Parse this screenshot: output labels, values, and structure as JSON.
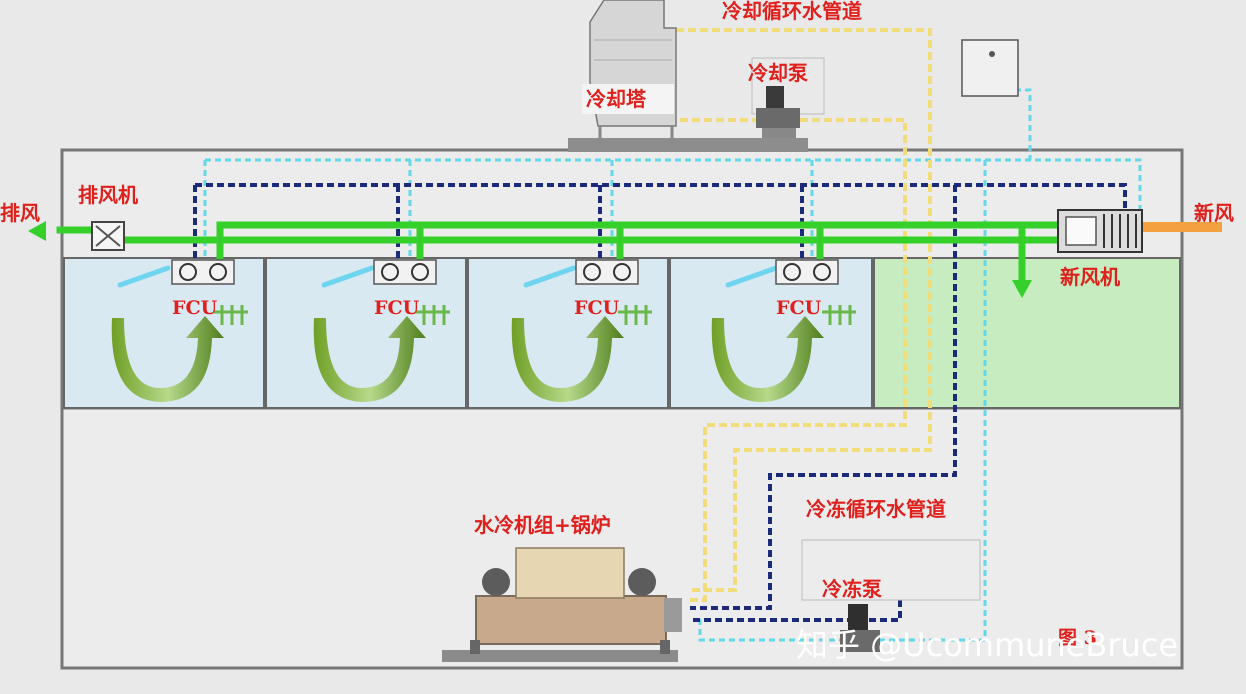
{
  "labels": {
    "cooling_pipe": "冷却循环水管道",
    "cooling_pump": "冷却泵",
    "cooling_tower": "冷却塔",
    "exhaust_fan": "排风机",
    "exhaust_air": "排风",
    "fresh_air": "新风",
    "fresh_air_unit": "新风机",
    "fcu": "FCU",
    "chiller_boiler": "水冷机组+锅炉",
    "chilled_pipe": "冷冻循环水管道",
    "chilled_pump": "冷冻泵",
    "figure": "图 3",
    "watermark": "知乎 @UcommuneBruce"
  },
  "colors": {
    "label_red": "#e0201c",
    "supply_air_green": "#35d02a",
    "cooling_water_yellow": "#f0dc78",
    "chilled_navy": "#1c2a7a",
    "return_cyan": "#62d8ea",
    "room_blue": "#d8e9f2",
    "fresh_room_green": "#c6ecc0",
    "airflow_arrow": "#5a8e22"
  }
}
